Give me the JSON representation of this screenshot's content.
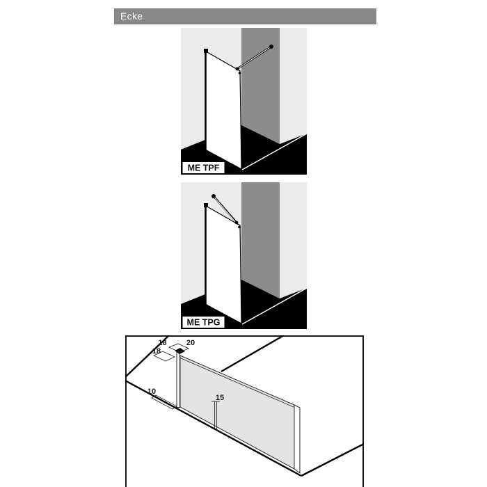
{
  "header": {
    "title": "Ecke",
    "background": "#888888",
    "text_color": "#ffffff"
  },
  "figures": [
    {
      "label": "ME TPF",
      "description": "walk-in glass panel with 45-degree wall stabilizer bar"
    },
    {
      "label": "ME TPG",
      "description": "walk-in glass panel with upward angled stabilizer bar"
    }
  ],
  "technical_drawing": {
    "dimensions": {
      "d18_top": "18",
      "d20": "20",
      "d18_left": "18",
      "d10": "10",
      "d15": "15"
    }
  },
  "colors": {
    "figure_background": "#ebebeb",
    "wall_band": "#8c8c8c",
    "floor": "#000000",
    "glass_fill": "#e4e4e4",
    "line": "#000000"
  }
}
